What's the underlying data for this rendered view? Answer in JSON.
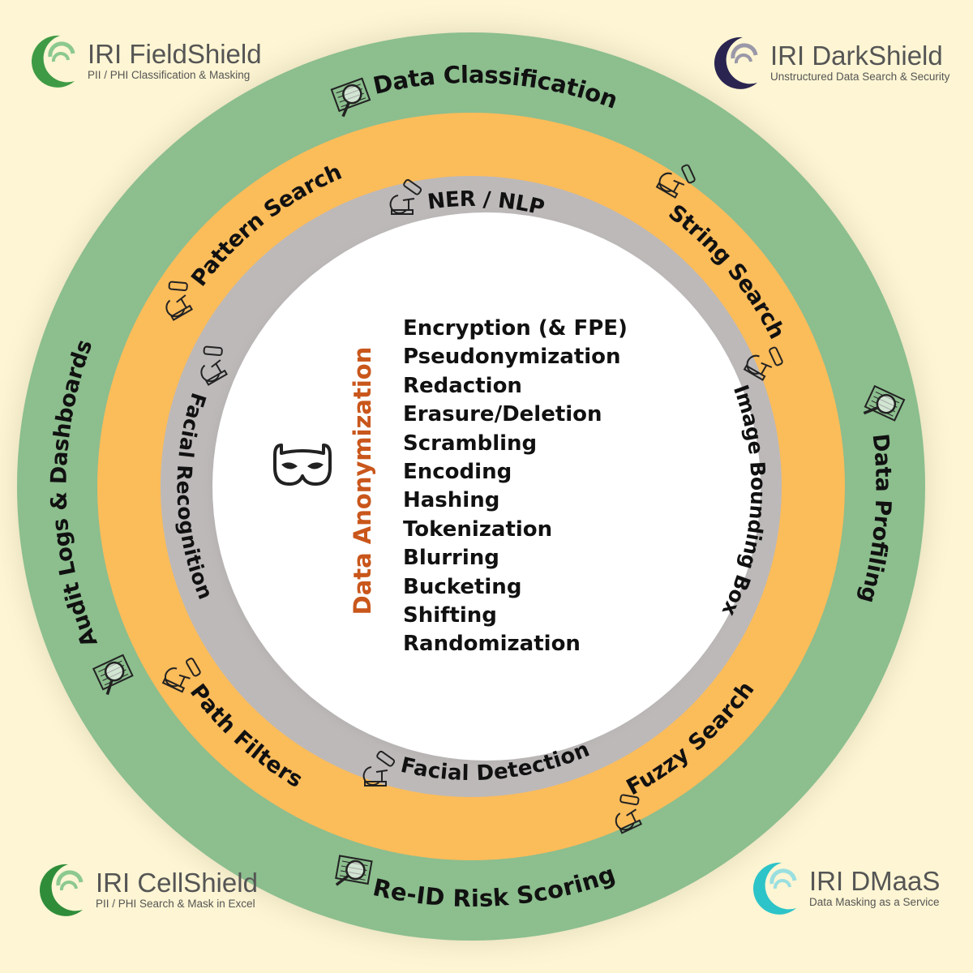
{
  "logos": [
    {
      "id": "fieldshield",
      "name": "IRI FieldShield",
      "tagline": "PII / PHI Classification & Masking",
      "color": "#3f9a45"
    },
    {
      "id": "darkshield",
      "name": "IRI DarkShield",
      "tagline": "Unstructured Data Search & Security",
      "color": "#2a2550"
    },
    {
      "id": "cellshield",
      "name": "IRI CellShield",
      "tagline": "PII / PHI Search & Mask in Excel",
      "color": "#2f8d3a"
    },
    {
      "id": "dmaas",
      "name": "IRI DMaaS",
      "tagline": "Data Masking as a Service",
      "color": "#2cc4c8"
    }
  ],
  "colors": {
    "background": "#fdf5d3",
    "outer_ring": "#8cbe8e",
    "middle_ring": "#fbbc5a",
    "inner_ring": "#bdb9b9",
    "center": "#ffffff",
    "accent": "#c9561b"
  },
  "rings": {
    "outer": [
      {
        "label": "Data Classification",
        "icon": "magnifier-screen-icon"
      },
      {
        "label": "Data Profiling",
        "icon": "magnifier-screen-icon"
      },
      {
        "label": "Re-ID Risk Scoring",
        "icon": "magnifier-screen-icon"
      },
      {
        "label": "Audit Logs & Dashboards",
        "icon": "magnifier-screen-icon"
      }
    ],
    "middle": [
      {
        "label": "Pattern Search",
        "icon": "microscope-icon"
      },
      {
        "label": "String Search",
        "icon": "microscope-icon"
      },
      {
        "label": "Fuzzy Search",
        "icon": "microscope-icon"
      },
      {
        "label": "Path Filters",
        "icon": "microscope-icon"
      }
    ],
    "inner": [
      {
        "label": "NER / NLP",
        "icon": "microscope-icon"
      },
      {
        "label": "Image Bounding Box",
        "icon": "microscope-icon"
      },
      {
        "label": "Facial Detection",
        "icon": "microscope-icon"
      },
      {
        "label": "Facial Recognition",
        "icon": "microscope-icon"
      }
    ]
  },
  "center": {
    "title": "Data Anonymization",
    "icon": "mask-icon",
    "methods": [
      "Encryption (& FPE)",
      "Pseudonymization",
      "Redaction",
      "Erasure/Deletion",
      "Scrambling",
      "Encoding",
      "Hashing",
      "Tokenization",
      "Blurring",
      "Bucketing",
      "Shifting",
      "Randomization"
    ]
  }
}
